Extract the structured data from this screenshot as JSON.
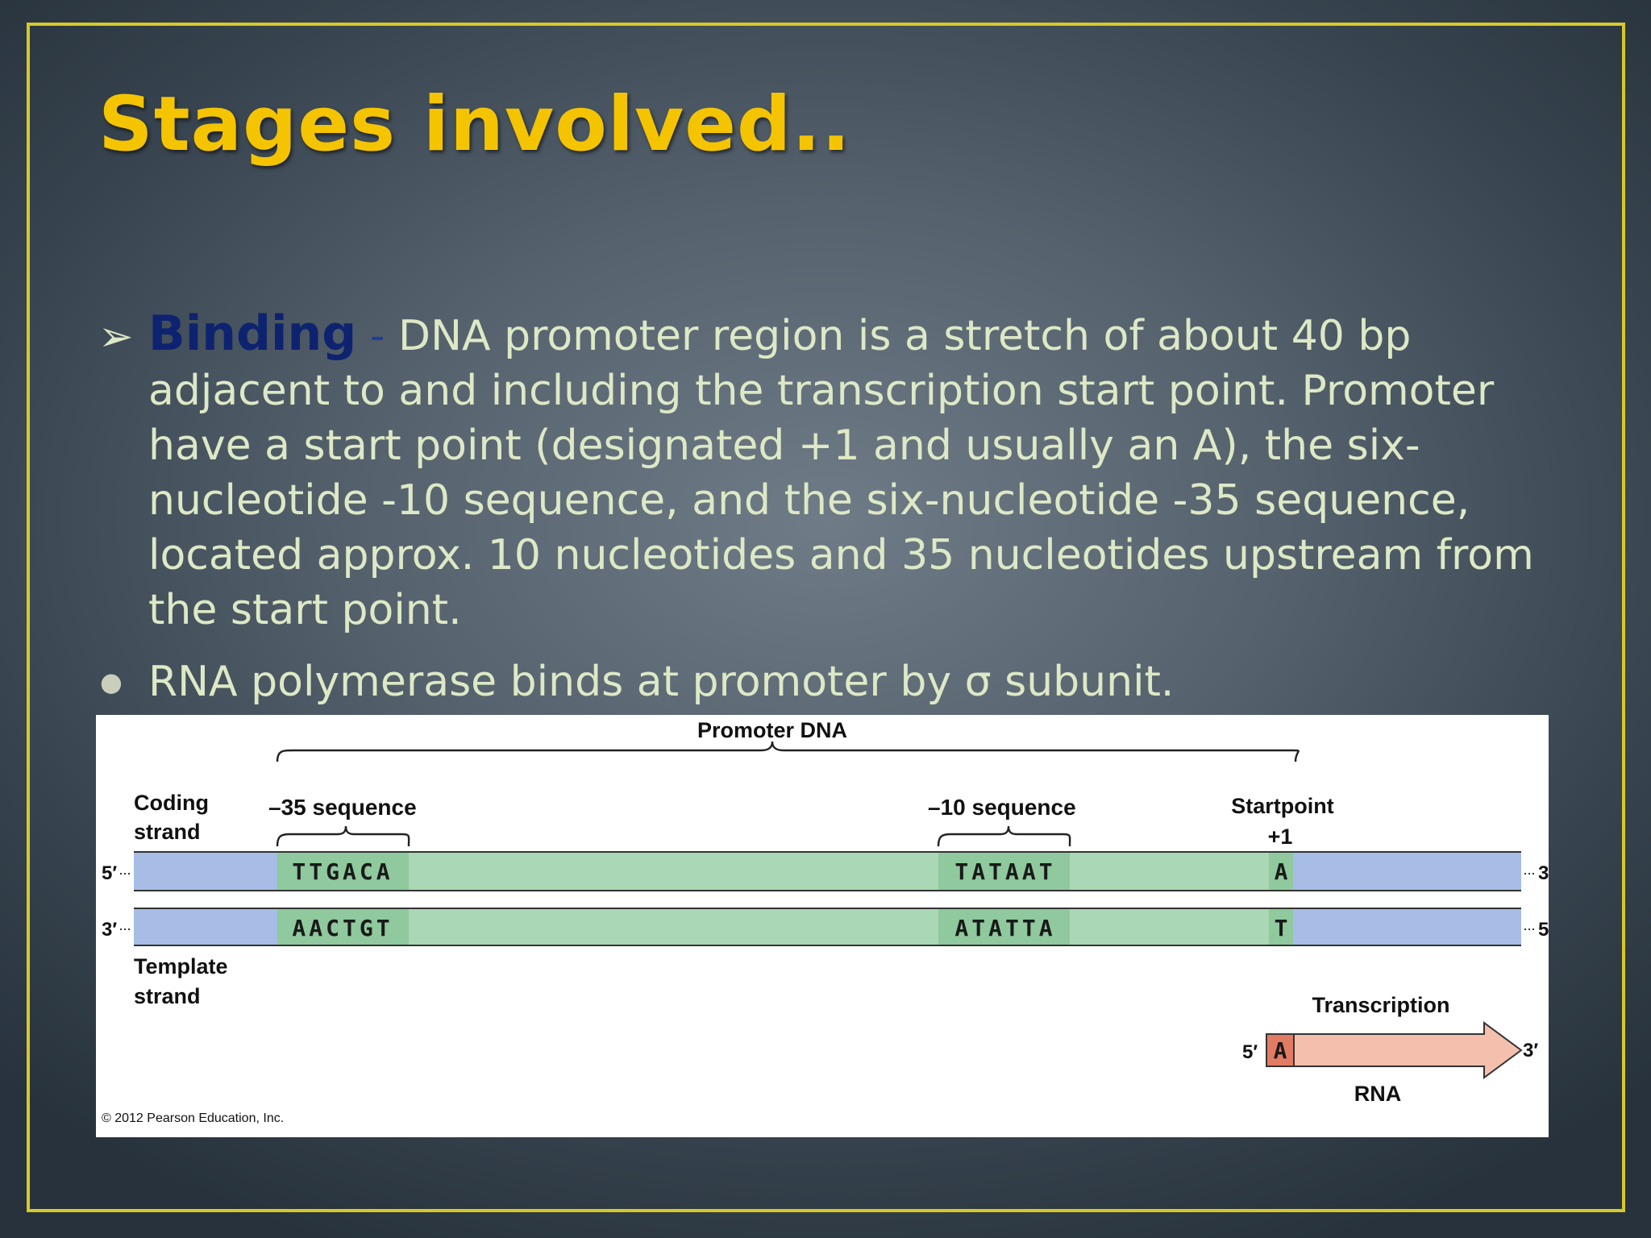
{
  "slide": {
    "title": "Stages involved..",
    "bullet1": {
      "lead": "Binding",
      "separator": " - ",
      "text": "DNA promoter region  is a stretch of about 40 bp adjacent to and including the transcription start point. Promoter have a start point (designated +1 and usually an A), the six-nucleotide -10 sequence, and the six-nucleotide -35 sequence, located approx. 10 nucleotides and 35 nucleotides upstream from the start point."
    },
    "bullet2": {
      "text": "RNA polymerase binds at promoter by σ subunit."
    }
  },
  "diagram": {
    "promoter_label": "Promoter DNA",
    "coding_strand_label": [
      "Coding",
      "strand"
    ],
    "template_strand_label": [
      "Template",
      "strand"
    ],
    "minus35_label": "–35 sequence",
    "minus10_label": "–10 sequence",
    "startpoint_label": "Startpoint",
    "plus1_label": "+1",
    "coding_5_end": "5′",
    "coding_3_end": "3′",
    "template_3_end": "3′",
    "template_5_end": "5′",
    "coding_minus35_seq": "TTGACA",
    "coding_minus10_seq": "TATAAT",
    "coding_start_base": "A",
    "template_minus35_seq": "AACTGT",
    "template_minus10_seq": "ATATTA",
    "template_start_base": "T",
    "transcription_label": "Transcription",
    "rna_5_end": "5′",
    "rna_first_base": "A",
    "rna_3_end": "3′",
    "rna_label": "RNA",
    "copyright": "© 2012 Pearson Education, Inc.",
    "colors": {
      "flank": "#a7bde6",
      "promoter": "#aad7b5",
      "element": "#8fc99d",
      "rna": "#f4c0ad",
      "rna_base": "#e27b63"
    }
  }
}
